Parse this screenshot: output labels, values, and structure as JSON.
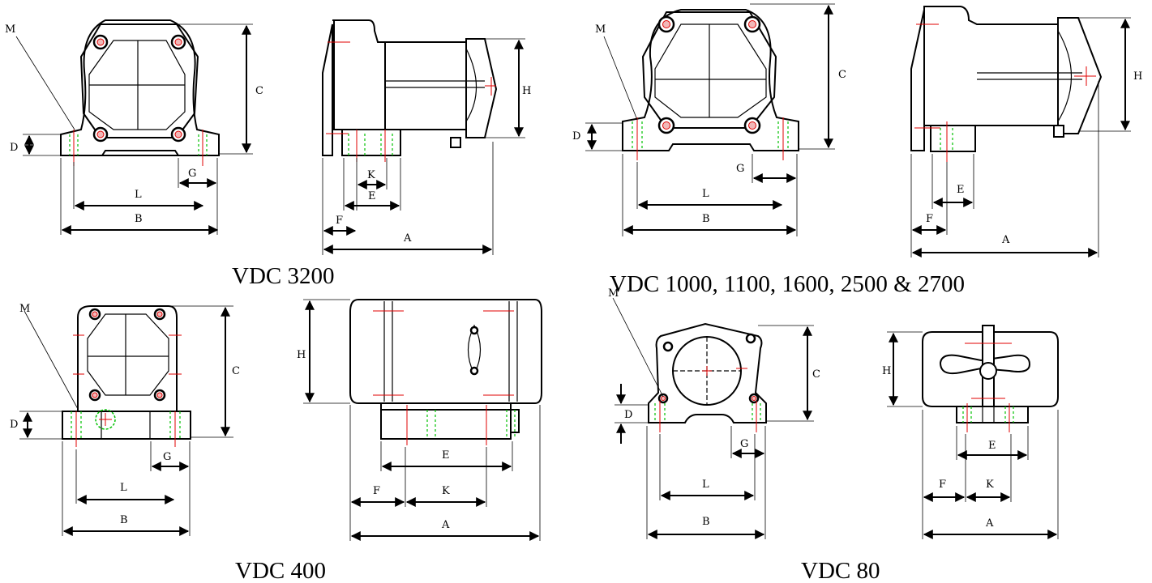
{
  "captions": {
    "vdc3200": "VDC 3200",
    "vdc1000": "VDC 1000, 1100, 1600, 2500 & 2700",
    "vdc400": "VDC 400",
    "vdc80": "VDC 80"
  },
  "labels": {
    "A": "A",
    "B": "B",
    "C": "C",
    "D": "D",
    "E": "E",
    "F": "F",
    "G": "G",
    "H": "H",
    "K": "K",
    "L": "L",
    "M": "M"
  },
  "colors": {
    "outline": "#000000",
    "center_line": "#e00000",
    "bolt_hole": "#00c000"
  }
}
